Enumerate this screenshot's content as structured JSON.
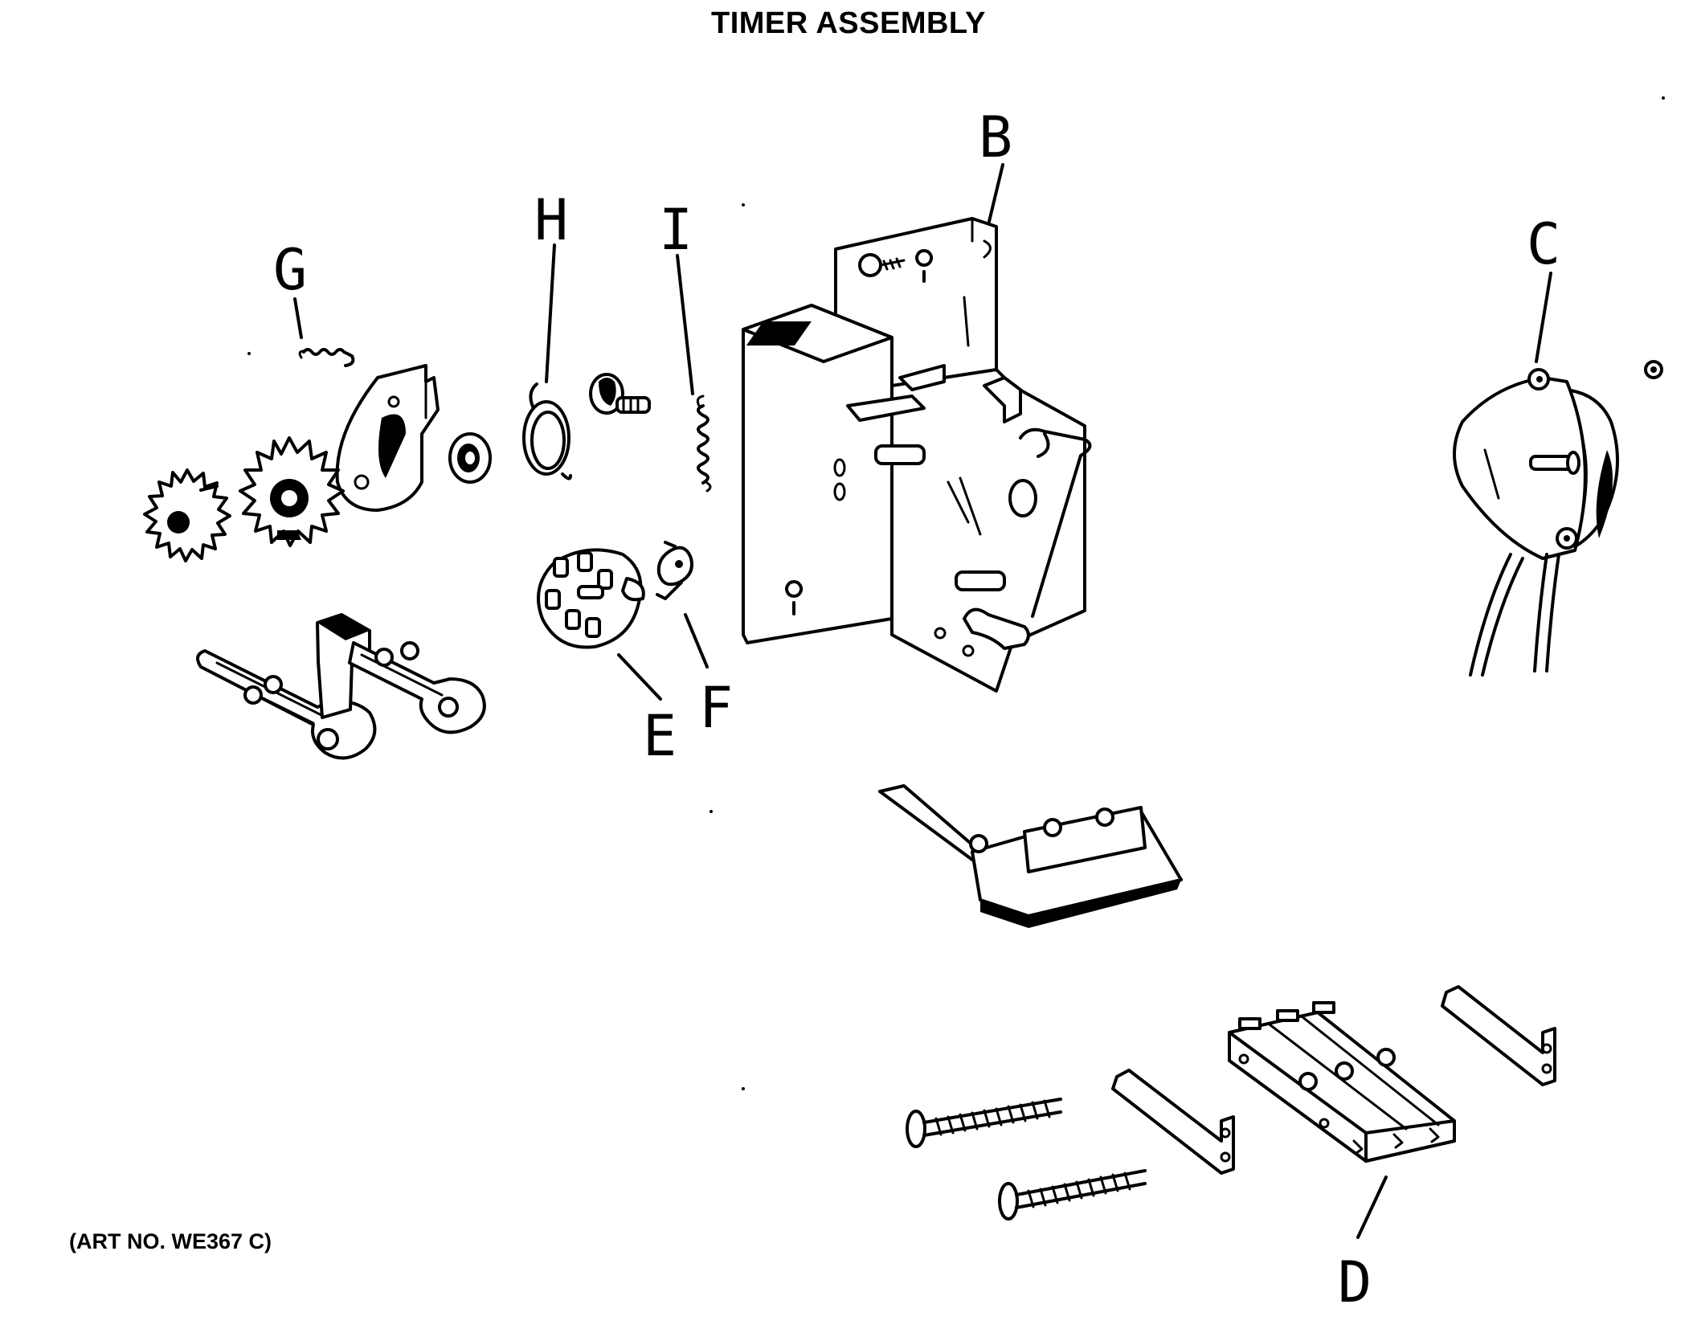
{
  "title": "TIMER ASSEMBLY",
  "art_number": "(ART NO. WE367 C)",
  "callouts": {
    "b": "B",
    "c": "C",
    "d": "D",
    "e": "E",
    "f": "F",
    "g": "G",
    "h": "H",
    "i": "I"
  },
  "colors": {
    "ink": "#000000",
    "paper": "#ffffff"
  }
}
